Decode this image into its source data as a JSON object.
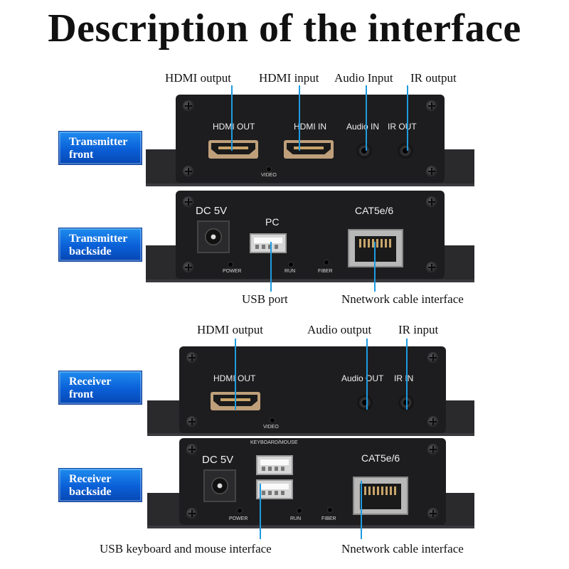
{
  "title": "Description of the interface",
  "sections": [
    {
      "badge_line1": "Transmitter",
      "badge_line2": "front"
    },
    {
      "badge_line1": "Transmitter",
      "badge_line2": "backside"
    },
    {
      "badge_line1": "Receiver",
      "badge_line2": "front"
    },
    {
      "badge_line1": "Receiver",
      "badge_line2": "backside"
    }
  ],
  "callouts": {
    "tx_front": [
      "HDMI output",
      "HDMI input",
      "Audio Input",
      "IR output"
    ],
    "tx_back": [
      "USB port",
      "Nnetwork cable interface"
    ],
    "rx_front": [
      "HDMI output",
      "Audio output",
      "IR input"
    ],
    "rx_back": [
      "USB keyboard and mouse interface",
      "Nnetwork cable interface"
    ]
  },
  "panel_labels": {
    "hdmi_out": "HDMI OUT",
    "hdmi_in": "HDMI IN",
    "audio_in": "Audio IN",
    "ir_out": "IR OUT",
    "video": "VIDEO",
    "dc": "DC 5V",
    "pc": "PC",
    "cat": "CAT5e/6",
    "power": "POWER",
    "run": "RUN",
    "fiber": "FIBER",
    "audio_out": "Audio OUT",
    "ir_in": "IR IN",
    "kbm": "KEYBOARD/MOUSE"
  },
  "colors": {
    "accent_line": "#1e9be0",
    "badge": "#0a5fd6",
    "panel": "#1d1d1f"
  }
}
